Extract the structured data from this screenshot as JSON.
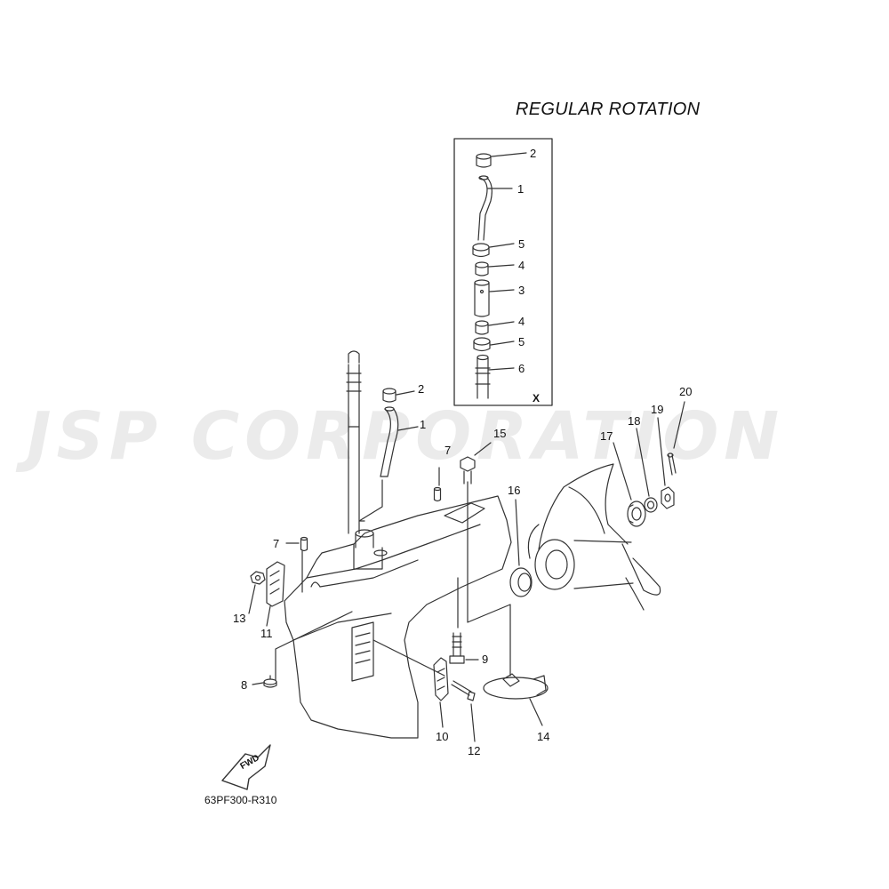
{
  "watermark": "JSP CORPORATION",
  "title": "REGULAR ROTATION",
  "diagram_code": "63PF300-R310",
  "fwd_label": "FWD",
  "detail_marker": "X",
  "callouts": {
    "main_2": "2",
    "main_1": "1",
    "main_7a": "7",
    "main_7b": "7",
    "main_15": "15",
    "main_16": "16",
    "main_17": "17",
    "main_18": "18",
    "main_19": "19",
    "main_20": "20",
    "main_13": "13",
    "main_11": "11",
    "main_8": "8",
    "main_9": "9",
    "main_10": "10",
    "main_12": "12",
    "main_14": "14",
    "box_2": "2",
    "box_1": "1",
    "box_5a": "5",
    "box_4a": "4",
    "box_3": "3",
    "box_4b": "4",
    "box_5b": "5",
    "box_6": "6"
  },
  "colors": {
    "line": "#333333",
    "watermark": "#ebebeb",
    "background": "#ffffff"
  }
}
